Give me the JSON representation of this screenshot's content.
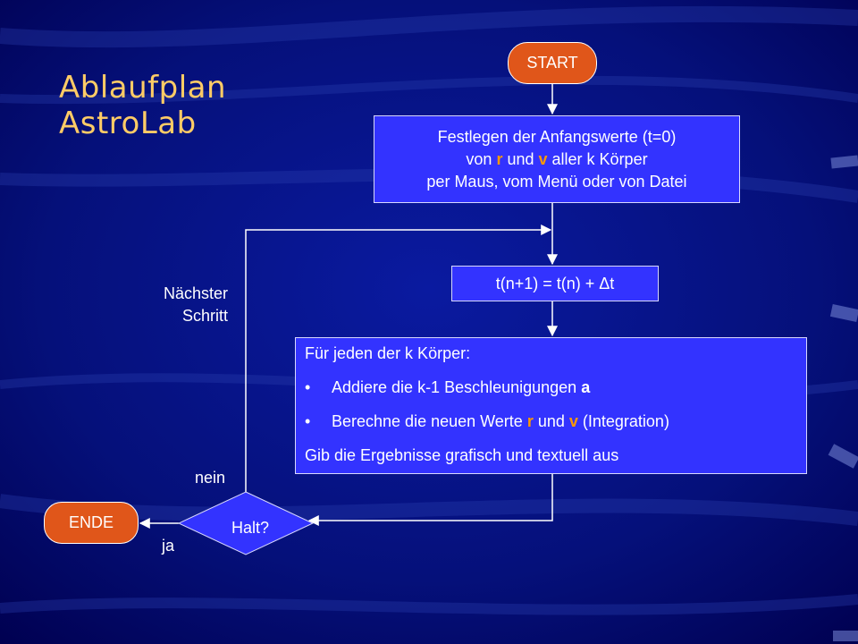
{
  "title": {
    "line1": "Ablaufplan",
    "line2": "AstroLab"
  },
  "start": {
    "label": "START"
  },
  "init": {
    "line1": "Festlegen der Anfangswerte (t=0)",
    "line2_pre": "von ",
    "line2_r": "r",
    "line2_mid": " und ",
    "line2_v": "v",
    "line2_post": " aller k Körper",
    "line3": "per Maus, vom Menü oder von Datei"
  },
  "step": {
    "label": "t(n+1) = t(n) + Δt"
  },
  "calc": {
    "line1": "Für jeden der k Körper:",
    "bullet": "•",
    "item1_pre": "Addiere die k-1 Beschleunigungen ",
    "item1_a": "a",
    "item2_pre": "Berechne die neuen Werte ",
    "item2_r": "r",
    "item2_mid": " und ",
    "item2_v": "v",
    "item2_post": "  (Integration)",
    "line4": "Gib die Ergebnisse grafisch und textuell aus"
  },
  "decision": {
    "label": "Halt?"
  },
  "ende": {
    "label": "ENDE"
  },
  "labels": {
    "next_line1": "Nächster",
    "next_line2": "Schritt",
    "no": "nein",
    "yes": "ja"
  },
  "colors": {
    "background": "#000066",
    "box_fill": "#3333ff",
    "terminal_fill": "#e0561a",
    "title": "#ffcc66",
    "highlight": "#ff9900",
    "connector": "#ffffff"
  }
}
